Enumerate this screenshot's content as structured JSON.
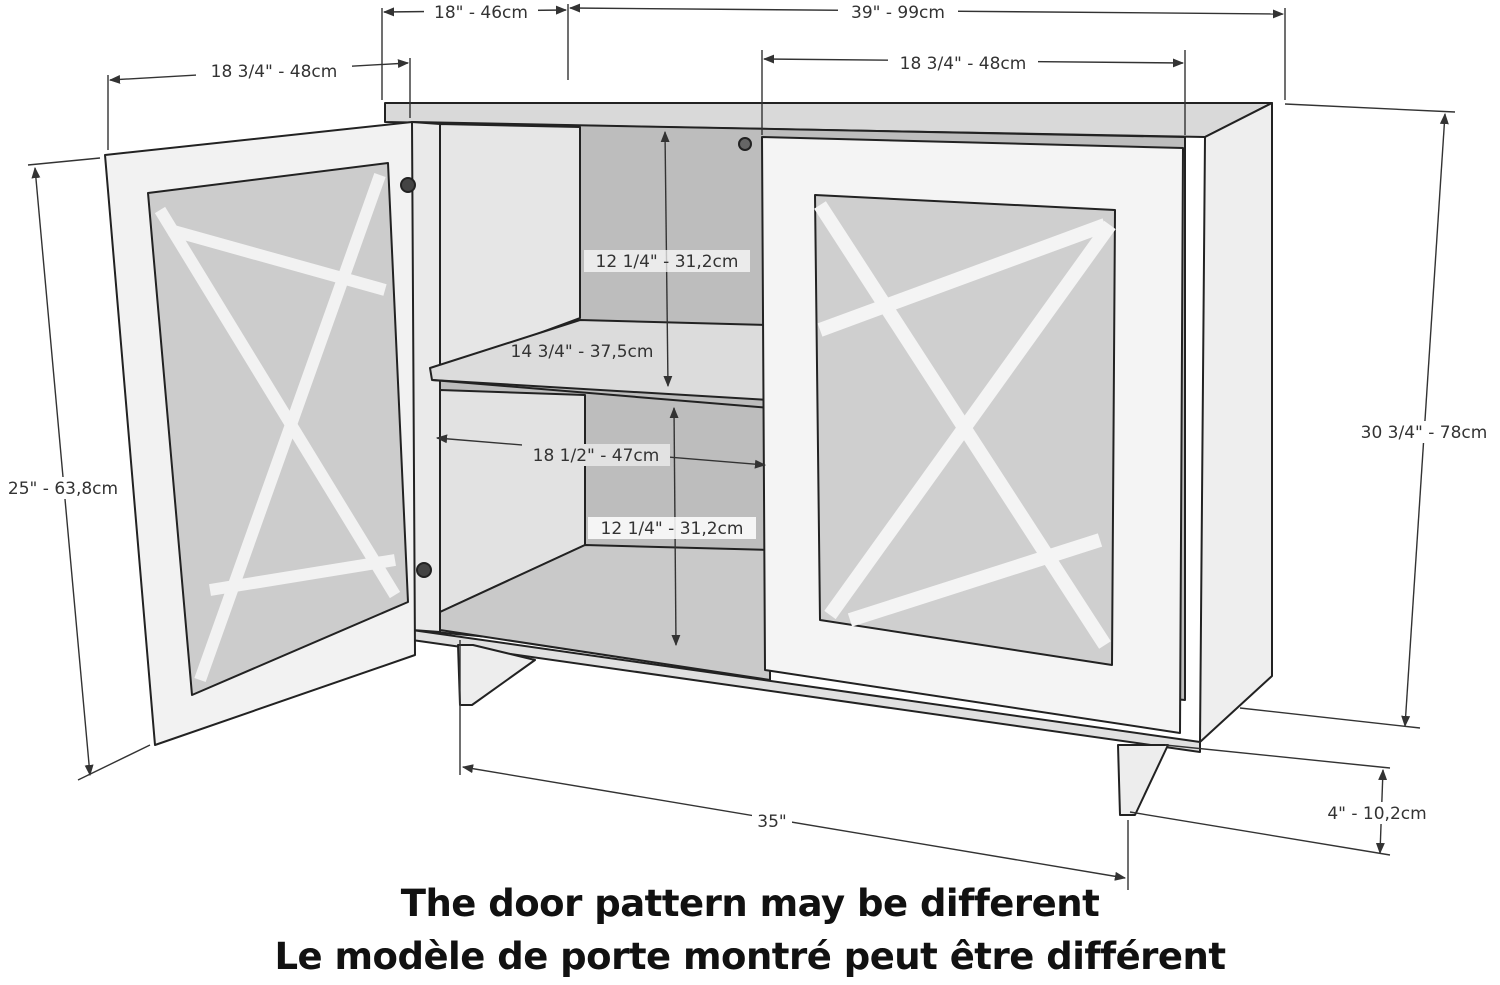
{
  "dimensions": {
    "depth_top": "18\" - 46cm",
    "width_top": "39\" - 99cm",
    "left_door_width": "18 3/4\" - 48cm",
    "right_door_width": "18 3/4\" - 48cm",
    "door_height": "25\" - 63,8cm",
    "total_height": "30 3/4\" - 78cm",
    "upper_shelf_height": "12 1/4\" - 31,2cm",
    "lower_shelf_height": "12 1/4\" - 31,2cm",
    "shelf_depth": "14 3/4\" - 37,5cm",
    "interior_width": "18 1/2\" - 47cm",
    "base_width": "35\"",
    "leg_height": "4\" - 10,2cm"
  },
  "captions": {
    "english": "The door pattern may be different",
    "french": "Le modèle de porte montré peut être différent"
  }
}
